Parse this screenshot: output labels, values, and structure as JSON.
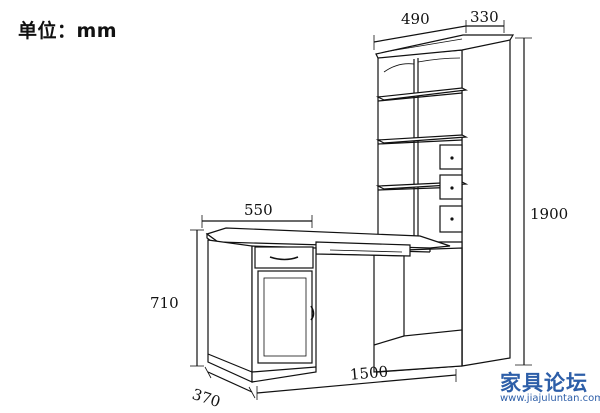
{
  "unit_label": "单位：mm",
  "dimensions": {
    "hutch_width": "490",
    "hutch_depth": "330",
    "total_height": "1900",
    "desk_top_width": "550",
    "desk_height": "710",
    "desk_depth": "370",
    "total_length": "1500"
  },
  "watermark": {
    "name": "家具论坛",
    "url": "www.jiajuluntan.com"
  }
}
